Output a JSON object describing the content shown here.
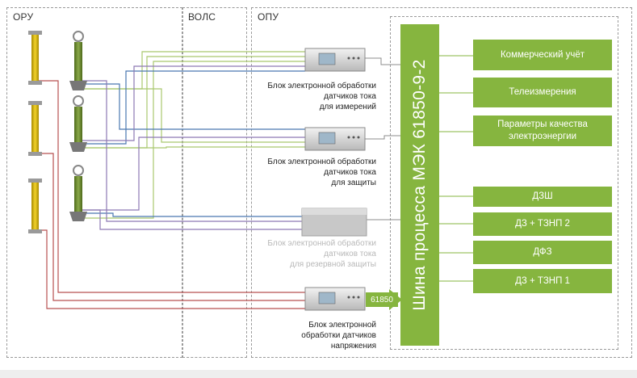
{
  "zones": {
    "oru": "ОРУ",
    "vols": "ВОЛС",
    "opu": "ОПУ"
  },
  "bus": {
    "label": "Шина процесса МЭК  61850-9-2",
    "color": "#86b53f"
  },
  "units": [
    {
      "label": "Блок электронной обработки\nдатчиков тока\nдля измерений",
      "active": true
    },
    {
      "label": "Блок электронной обработки\nдатчиков тока\nдля защиты",
      "active": true
    },
    {
      "label": "Блок электронной обработки\nдатчиков тока\nдля резервной защиты",
      "active": false
    },
    {
      "label": "Блок электронной\nобработки датчиков\nнапряжения",
      "active": true
    }
  ],
  "protocol_tag": "61850",
  "functions": [
    "Коммерческий учёт",
    "Телеизмерения",
    "Параметры качества\nэлектроэнергии",
    "ДЗШ",
    "ДЗ + ТЗНП 2",
    "ДФЗ",
    "ДЗ + ТЗНП 1"
  ],
  "line_colors": {
    "green": "#a9c86e",
    "blue": "#4a78b0",
    "purple": "#8d79b3",
    "red": "#b85050",
    "gray": "#8c8c8c"
  }
}
